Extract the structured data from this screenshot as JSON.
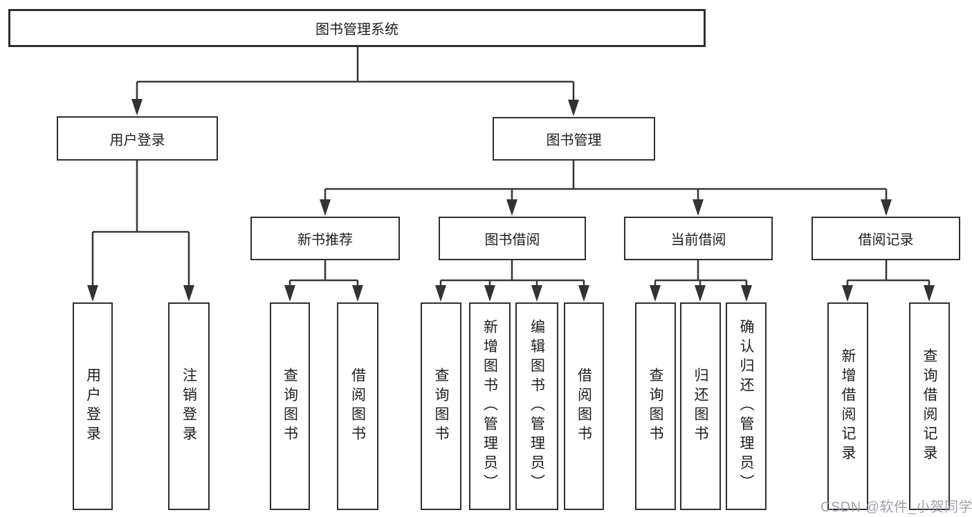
{
  "diagram": {
    "root_label": "图书管理系统",
    "nodes": {
      "user_login": "用户登录",
      "book_mgmt": "图书管理",
      "new_book_rec": "新书推荐",
      "book_borrow": "图书借阅",
      "current_borrow": "当前借阅",
      "borrow_records": "借阅记录"
    },
    "leaves": {
      "user_login": [
        "用户登录",
        "注销登录"
      ],
      "new_book_rec": [
        "查询图书",
        "借阅图书"
      ],
      "book_borrow": [
        "查询图书",
        "新增图书（管理员）",
        "编辑图书（管理员）",
        "借阅图书"
      ],
      "current_borrow": [
        "查询图书",
        "归还图书",
        "确认归还（管理员）"
      ],
      "borrow_records": [
        "新增借阅记录",
        "查询借阅记录"
      ]
    }
  },
  "watermark": {
    "text": "CSDN @软件_小贺同学"
  },
  "colors": {
    "line": "#383838",
    "box_border": "#2e2e2e",
    "text": "#1d1d1d",
    "watermark": "#94999e",
    "background": "#ffffff"
  }
}
